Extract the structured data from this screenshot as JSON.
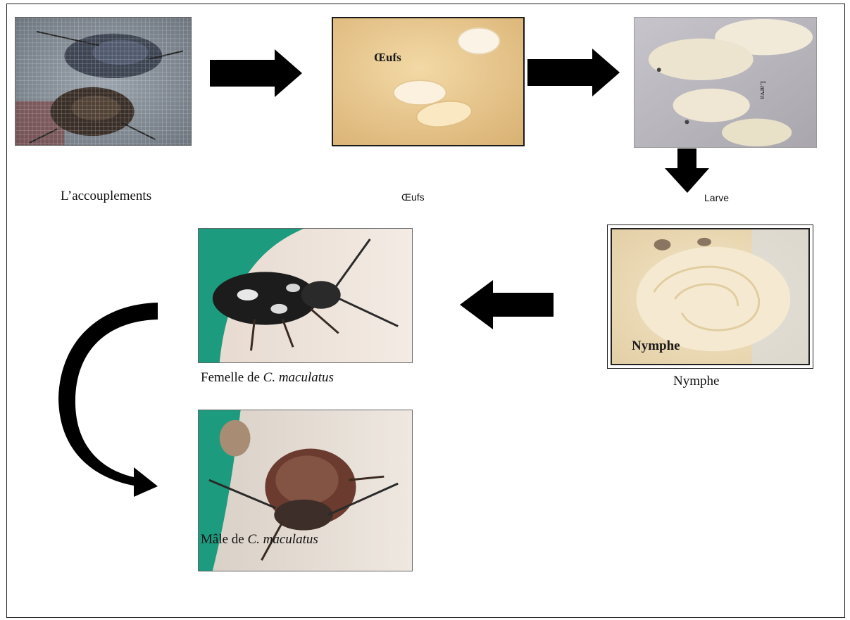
{
  "stages": {
    "mating": {
      "caption": "L’accouplements"
    },
    "eggs": {
      "caption": "Œufs",
      "photo_text": "Œufs"
    },
    "larva": {
      "caption": "Larve",
      "photo_text": "Larva"
    },
    "nymph": {
      "caption": "Nymphe",
      "photo_text": "Nymphe"
    },
    "female": {
      "caption_prefix": "Femelle de ",
      "caption_species": "C. maculatus"
    },
    "male": {
      "caption_prefix": "Mâle de ",
      "caption_species": "C. maculatus"
    }
  },
  "colors": {
    "arrow": "#000000",
    "frame": "#222222",
    "background": "#ffffff"
  }
}
